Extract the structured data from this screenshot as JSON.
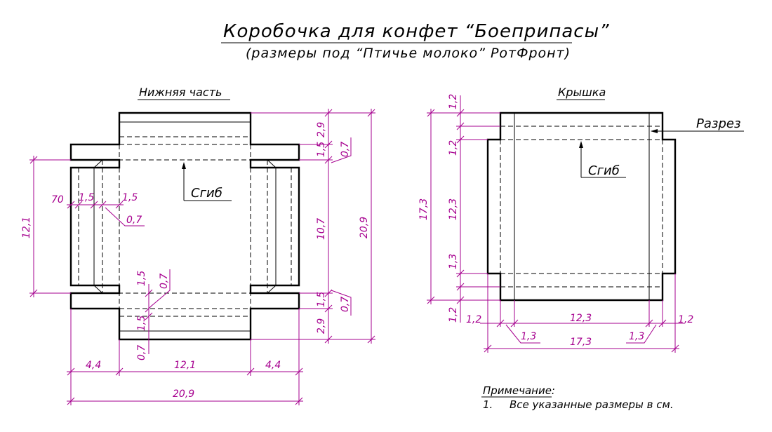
{
  "title": "Коробочка для конфет “Боеприпасы”",
  "subtitle": "(размеры под “Птичье молоко” РотФронт)",
  "bottom_part": {
    "label": "Нижняя часть",
    "fold_label": "Сгиб",
    "dims": {
      "d29_top": "2,9",
      "d15_top": "1,5",
      "d07_top": "0,7",
      "d121_left": "12,1",
      "d107": "10,7",
      "d209_right": "20,9",
      "d70": "70",
      "d15_a": "1,5",
      "d15_b": "1,5",
      "d07_lead": "0,7",
      "d15_mid": "1,5",
      "d07_mid": "0,7",
      "d15_bot": "1,5",
      "d07_bot": "0,7",
      "d15_v": "1,5",
      "d29_bot": "2,9",
      "d07_v": "0,7",
      "d44_l": "4,4",
      "d121_b": "12,1",
      "d44_r": "4,4",
      "d209_b": "20,9"
    }
  },
  "lid": {
    "label": "Крышка",
    "cut_label": "Разрез",
    "fold_label": "Сгиб",
    "dims": {
      "d12_t": "1,2",
      "d12_t2": "1,2",
      "d173_l": "17,3",
      "d123_l": "12,3",
      "d13_l": "1,3",
      "d12_b": "1,2",
      "d12_bl": "1,2",
      "d123_b": "12,3",
      "d12_br": "1,2",
      "d13_bl": "1,3",
      "d13_br": "1,3",
      "d173_b": "17,3"
    }
  },
  "note": {
    "heading": "Примечание:",
    "num": "1.",
    "text": "Все указанные размеры в см."
  },
  "colors": {
    "ink": "#000000",
    "dimension": "#a6008f"
  }
}
